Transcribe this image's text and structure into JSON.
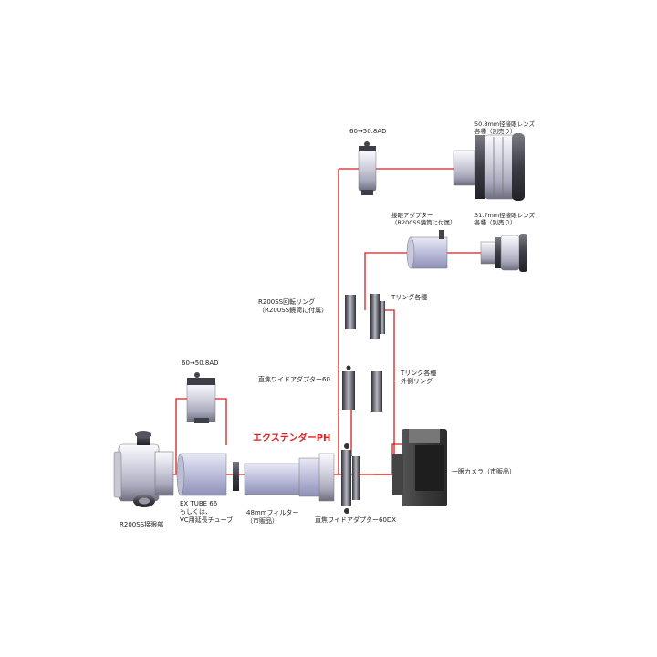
{
  "colors": {
    "connector_line": "#d42020",
    "title_accent": "#e02020",
    "metal_light": "#e6e6ee",
    "metal_dark": "#555560",
    "tube_blue": "#aeb0d2"
  },
  "labels": {
    "eyepiece_base": "R200SS接眼部",
    "ex_tube": "EX TUBE 66\nもしくは、\nVC用延長チューブ",
    "filter": "48mmフィルター\n（市販品）",
    "extender_title": "エクステンダーPH",
    "adapter_60_50_top": "60→50.8AD",
    "adapter_60_50_left": "60→50.8AD",
    "eyepiece_508": "50.8mm径接眼レンズ\n各種（別売り）",
    "eyepiece_adapter": "接眼アダプター\n（R200SS鏡筒に付属）",
    "eyepiece_317": "31.7mm径接眼レンズ\n各種（別売り）",
    "rotation_ring": "R200SS回転リング\n（R200SS鏡筒に付属）",
    "t_ring": "Tリング各種",
    "wide_adapter_60": "直焦ワイドアダプター60",
    "t_ring_outer": "Tリング各種\n外側リング",
    "camera": "一眼カメラ（市販品）",
    "wide_adapter_60dx": "直焦ワイドアダプター60DX"
  }
}
